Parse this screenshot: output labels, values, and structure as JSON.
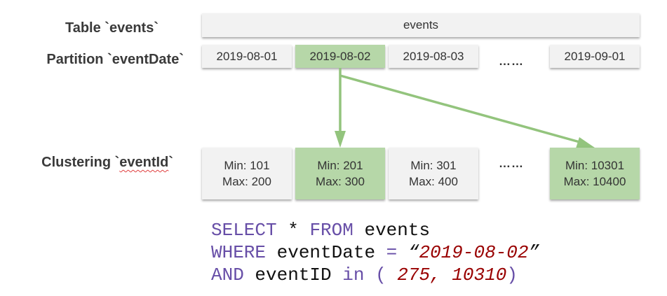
{
  "labels": {
    "table_prefix": "Table ",
    "table_name": "`events`",
    "partition_prefix": "Partition ",
    "partition_name": "`eventDate`",
    "clustering_prefix": "Clustering `",
    "clustering_name": "eventId",
    "clustering_suffix": "`"
  },
  "table": {
    "name": "events"
  },
  "partitions": [
    {
      "label": "2019-08-01",
      "highlighted": false
    },
    {
      "label": "2019-08-02",
      "highlighted": true
    },
    {
      "label": "2019-08-03",
      "highlighted": false
    },
    {
      "label": "2019-09-01",
      "highlighted": false
    }
  ],
  "partition_ellipsis": "……",
  "clusters": [
    {
      "min": "Min: 101",
      "max": "Max: 200",
      "highlighted": false
    },
    {
      "min": "Min: 201",
      "max": "Max: 300",
      "highlighted": true
    },
    {
      "min": "Min: 301",
      "max": "Max: 400",
      "highlighted": false
    },
    {
      "min": "Min: 10301",
      "max": "Max: 10400",
      "highlighted": true
    }
  ],
  "cluster_ellipsis": "……",
  "colors": {
    "box_bg": "#f2f2f2",
    "highlight_bg": "#b6d7a8",
    "arrow": "#93c47d",
    "sql_keyword": "#674ea7",
    "sql_literal": "#990000"
  },
  "sql": {
    "line1": {
      "kw1": "SELECT",
      "t1": " * ",
      "kw2": "FROM",
      "t2": " events"
    },
    "line2": {
      "kw1": "WHERE",
      "t1": " eventDate ",
      "op": "=",
      "t2": " ",
      "q_open": "“",
      "lit": "2019-08-02",
      "q_close": "”"
    },
    "line3": {
      "kw1": "AND",
      "t1": " eventID ",
      "kw2": "in",
      "t2": " ",
      "p_open": "(",
      "lit": " 275, 10310",
      "p_close": ")"
    }
  }
}
